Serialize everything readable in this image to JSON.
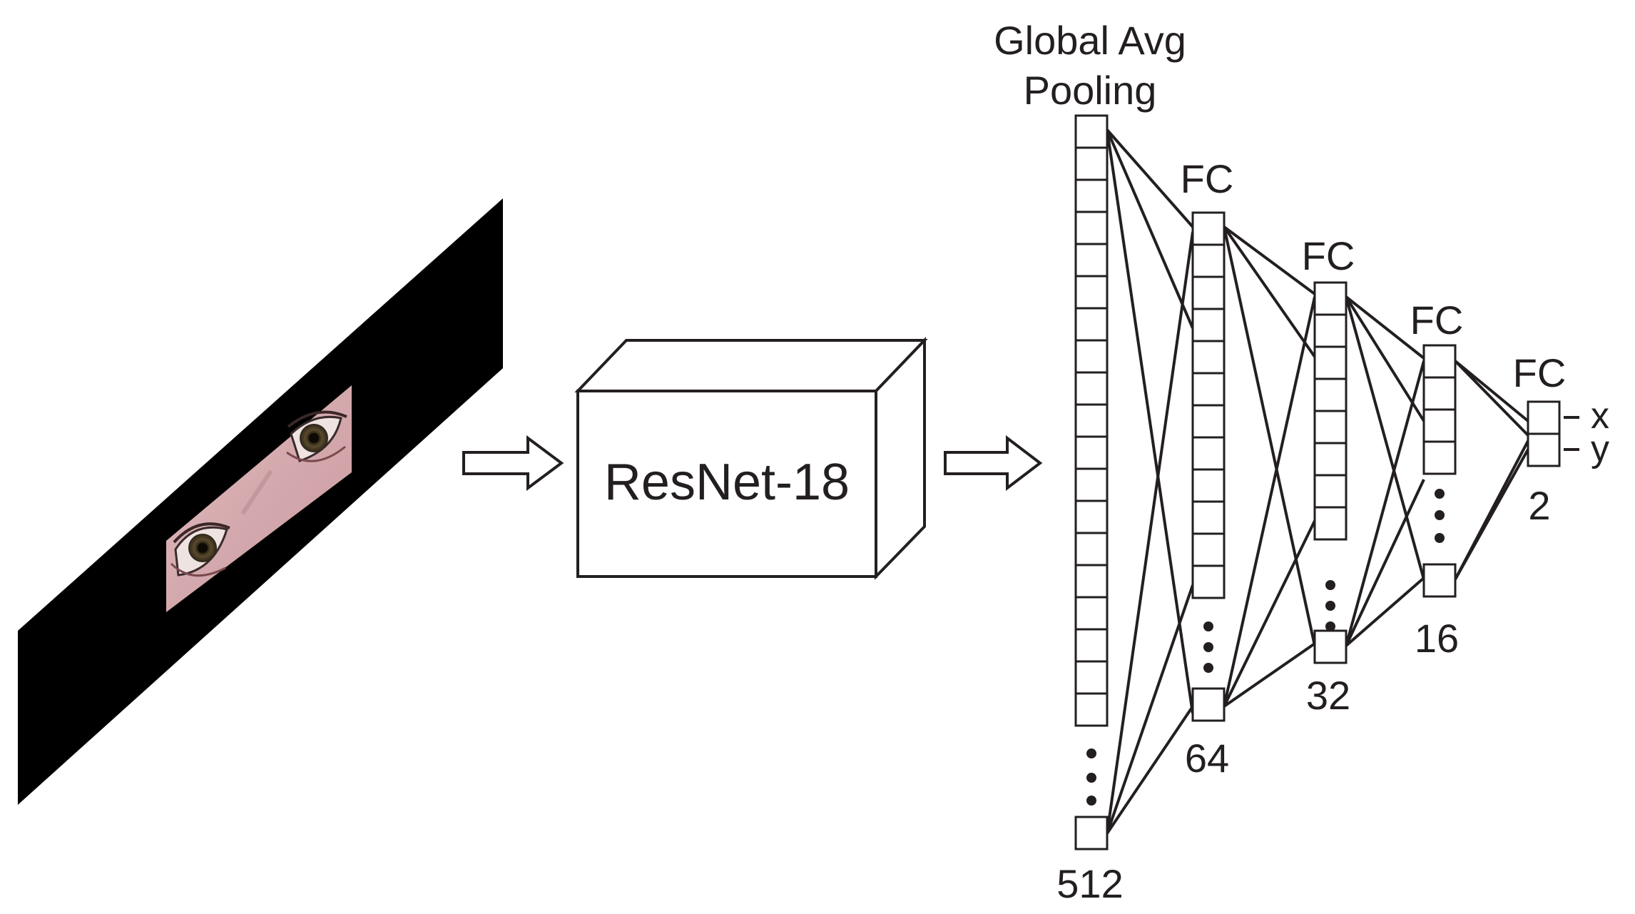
{
  "diagram": {
    "input": {
      "name": "eye-region-input-image"
    },
    "backbone": {
      "label": "ResNet-18"
    },
    "pooling": {
      "title_line1": "Global Avg",
      "title_line2": "Pooling",
      "size_label": "512"
    },
    "fc_layers": [
      {
        "title": "FC",
        "size_label": "64"
      },
      {
        "title": "FC",
        "size_label": "32"
      },
      {
        "title": "FC",
        "size_label": "16"
      },
      {
        "title": "FC",
        "size_label": "2"
      }
    ],
    "outputs": [
      "x",
      "y"
    ],
    "colors": {
      "ink": "#231f20",
      "background": "#ffffff",
      "panel": "#000000",
      "skin": "#d9aeb0"
    }
  }
}
